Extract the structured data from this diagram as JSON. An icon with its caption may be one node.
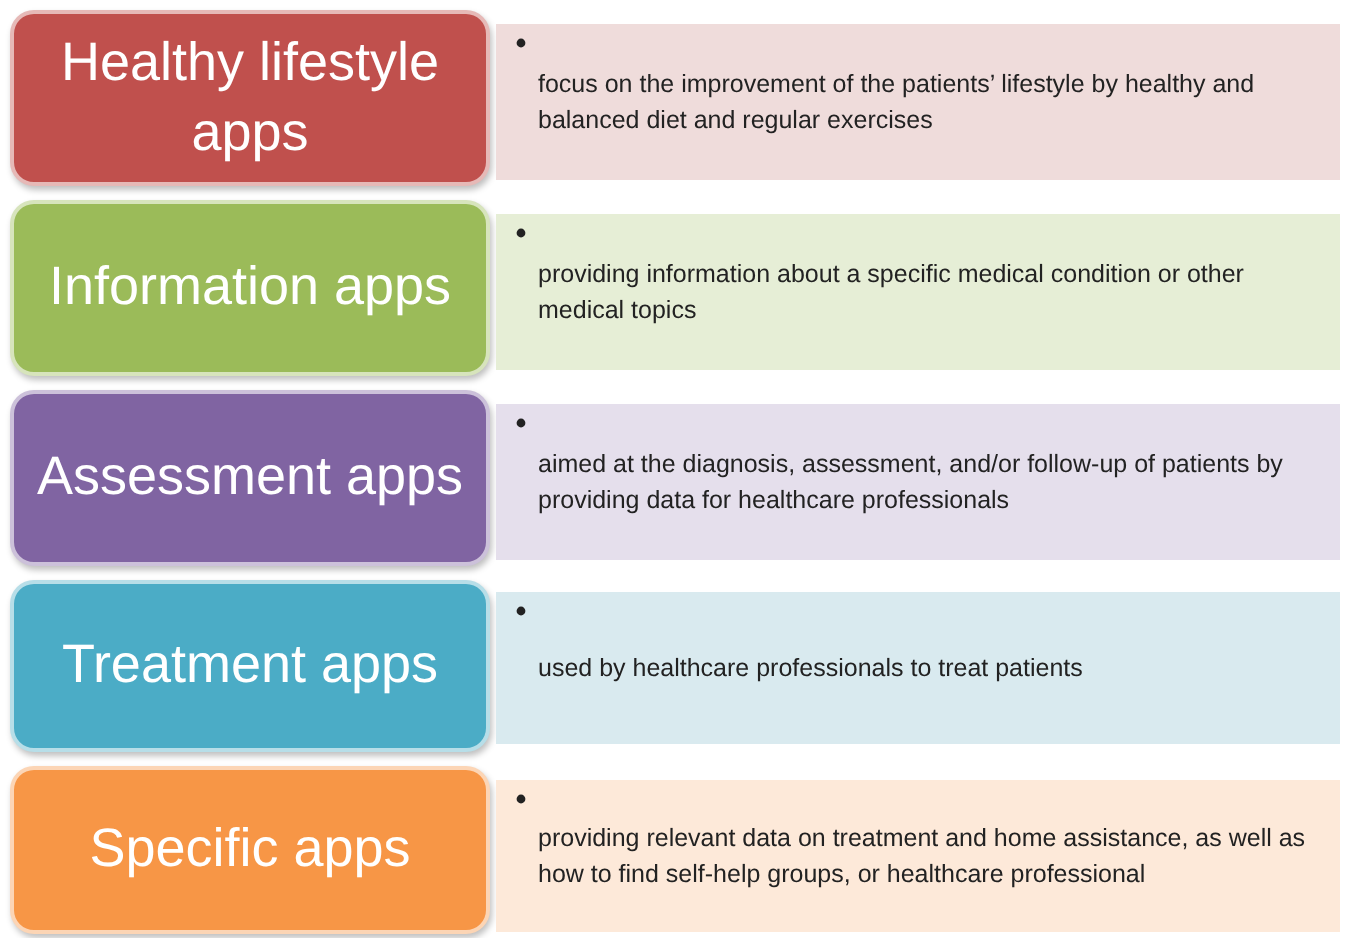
{
  "diagram": {
    "nodes": [
      {
        "text": [
          "Healthy lifestyle apps"
        ]
      },
      {
        "text": [
          "focus on the improvement of the patients’ lifestyle by healthy and balanced diet and regular exercises"
        ]
      },
      {
        "text": [
          "Information apps"
        ]
      },
      {
        "text": [
          "providing information about a specific medical condition or other medical topics"
        ]
      },
      {
        "text": [
          "Assessment apps"
        ]
      },
      {
        "text": [
          "aimed at the diagnosis, assessment, and/or follow-up of patients by providing data for healthcare professionals"
        ]
      },
      {
        "text": [
          "Treatment apps"
        ]
      },
      {
        "text": [
          "used by healthcare professionals to treat patients"
        ]
      },
      {
        "text": [
          "Specific apps"
        ]
      },
      {
        "text": [
          "providing relevant data on treatment and home assistance, as well as how to find self-help groups, or healthcare professional"
        ]
      }
    ],
    "edges": []
  }
}
